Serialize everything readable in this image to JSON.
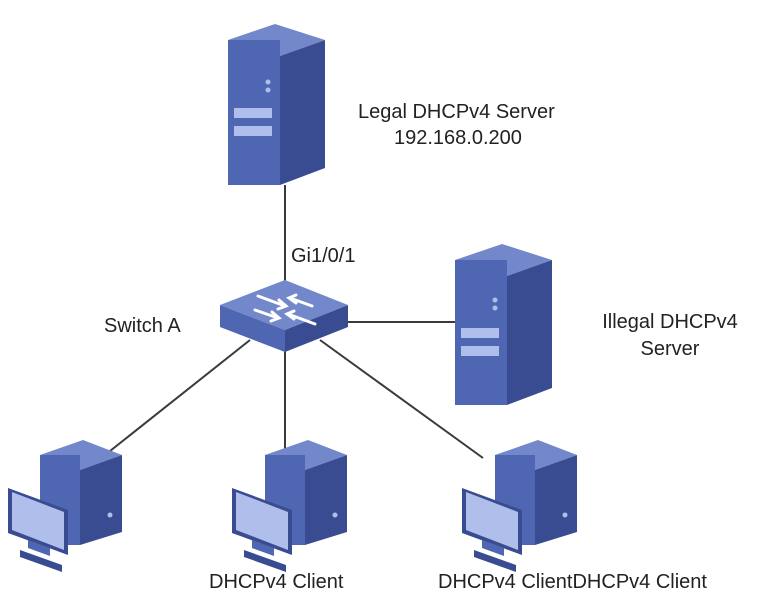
{
  "diagram": {
    "colors": {
      "device_front": "#4F67B2",
      "device_side": "#3A4C91",
      "device_top": "#7388CA",
      "screen": "#AFBEEA",
      "link": "#3a3a3a"
    },
    "labels": {
      "legal_server_name": "Legal DHCPv4 Server",
      "legal_server_ip": "192.168.0.200",
      "port": "Gi1/0/1",
      "switch": "Switch A",
      "illegal_server_line1": "Illegal DHCPv4",
      "illegal_server_line2": "Server",
      "client_middle": "DHCPv4 Client",
      "client_right_pair": "DHCPv4 ClientDHCPv4 Client"
    },
    "icons": {
      "legal_server": "server-tower-icon",
      "illegal_server": "server-tower-icon",
      "switch": "network-switch-icon",
      "client": "desktop-computer-icon"
    }
  }
}
